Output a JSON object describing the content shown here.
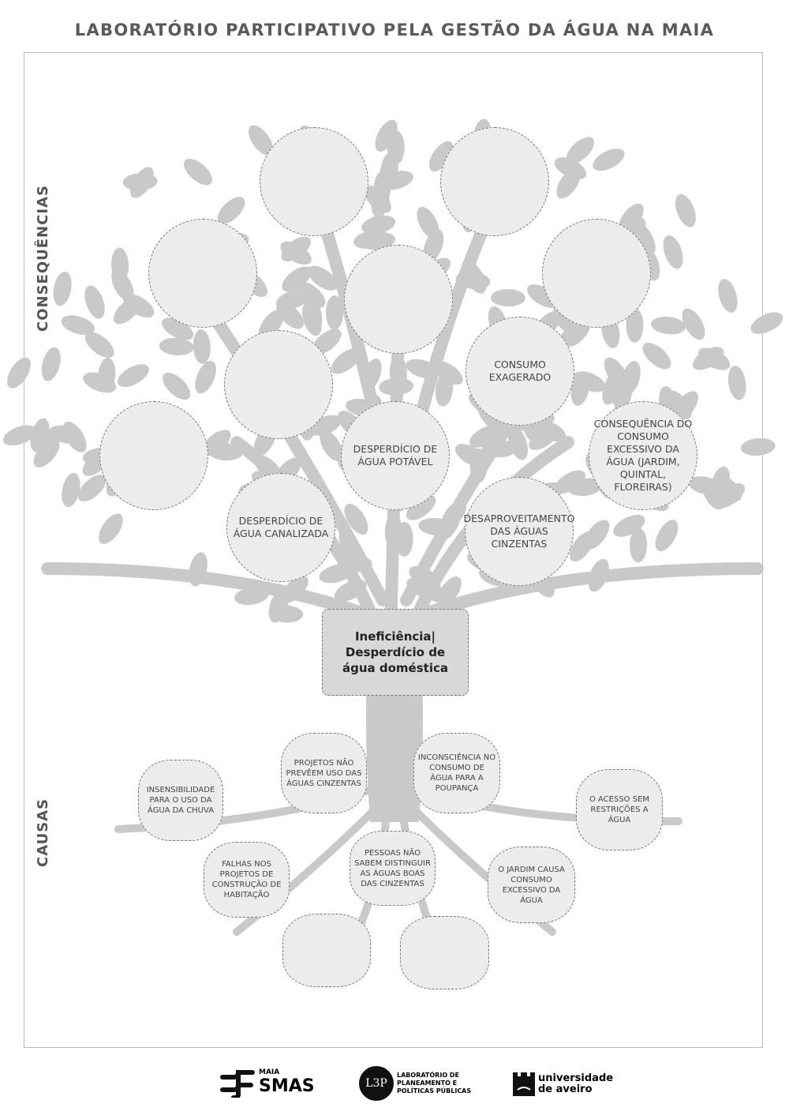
{
  "title": "LABORATÓRIO PARTICIPATIVO PELA GESTÃO DA ÁGUA NA MAIA",
  "side_labels": {
    "top": "CONSEQUÊNCIAS",
    "bottom": "CAUSAS"
  },
  "core_problem": "Ineficiência| Desperdício de água doméstica",
  "consequences": [
    "",
    "",
    "",
    "",
    "",
    "",
    "CONSUMO EXAGERADO",
    "",
    "DESPERDÍCIO DE ÁGUA POTÁVEL",
    "CONSEQUÊNCIA DO CONSUMO EXCESSIVO DA ÁGUA (JARDIM, QUINTAL, FLOREIRAS)",
    "DESPERDÍCIO DE ÁGUA CANALIZADA",
    "DESAPROVEITAMENTO DAS ÁGUAS CINZENTAS"
  ],
  "causes": [
    "INSENSIBILIDADE PARA O USO DA ÁGUA DA CHUVA",
    "PROJETOS NÃO PREVÊEM USO DAS ÁGUAS CINZENTAS",
    "INCONSCIÊNCIA NO CONSUMO DE ÁGUA PARA A POUPANÇA",
    "O ACESSO SEM RESTRIÇÕES A ÁGUA",
    "FALHAS NOS PROJETOS DE CONSTRUÇÃO DE HABITAÇÃO",
    "PESSOAS NÃO SABEM DISTINGUIR AS ÁGUAS BOAS DAS CINZENTAS",
    "O JARDIM CAUSA CONSUMO EXCESSIVO DA ÁGUA",
    "",
    ""
  ],
  "logos": {
    "smas_small": "MAIA",
    "smas": "SMAS",
    "l3p_mark": "L3P",
    "l3p_text": [
      "LABORATÓRIO DE",
      "PLANEAMENTO E",
      "POLÍTICAS PÚBLICAS"
    ],
    "ua_text": [
      "universidade",
      "de aveiro"
    ]
  },
  "colors": {
    "tree": "#c9c9c9",
    "node_fill": "#ececec",
    "core_fill": "#d8d8d8"
  }
}
